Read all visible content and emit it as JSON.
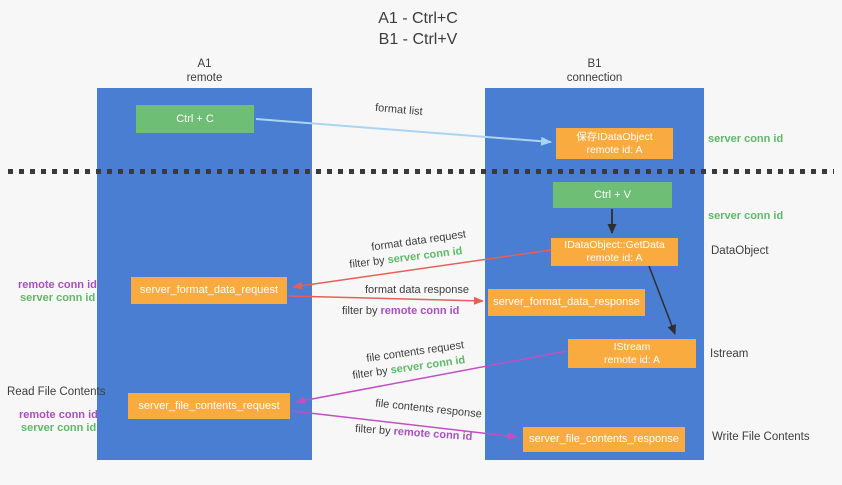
{
  "title": {
    "line1": "A1 - Ctrl+C",
    "line2": "B1 - Ctrl+V"
  },
  "lifelines": {
    "a1": {
      "name": "A1",
      "subtitle": "remote"
    },
    "b1": {
      "name": "B1",
      "subtitle": "connection"
    }
  },
  "nodes": {
    "ctrl_c": {
      "label": "Ctrl + C"
    },
    "ctrl_v": {
      "label": "Ctrl + V"
    },
    "save_idataobject": {
      "title": "保存IDataObject",
      "subtitle": "remote id: A"
    },
    "idataobject_getdata": {
      "title": "IDataObject::GetData",
      "subtitle": "remote id: A"
    },
    "istream": {
      "title": "IStream",
      "subtitle": "remote id: A"
    },
    "server_format_data_request": {
      "label": "server_format_data_request"
    },
    "server_format_data_response": {
      "label": "server_format_data_response"
    },
    "server_file_contents_request": {
      "label": "server_file_contents_request"
    },
    "server_file_contents_response": {
      "label": "server_file_contents_response"
    }
  },
  "flow_labels": {
    "format_list": "format list",
    "format_data_request": "format data request",
    "format_data_response": "format data response",
    "file_contents_request": "file contents request",
    "file_contents_response": "file contents response",
    "filter_by": "filter by",
    "server_conn_id": "server conn id",
    "remote_conn_id": "remote conn id"
  },
  "annotations": {
    "right": {
      "server_conn_id_top": "server conn id",
      "server_conn_id_mid": "server conn id",
      "dataobject": "DataObject",
      "istream": "Istream",
      "write_file_contents": "Write File Contents"
    },
    "left": {
      "remote_conn_id_1": "remote conn id",
      "server_conn_id_1": "server conn id",
      "read_file_contents": "Read File Contents",
      "remote_conn_id_2": "remote conn id",
      "server_conn_id_2": "server conn id"
    }
  },
  "colors": {
    "lifeline_blue": "#4a7ed2",
    "node_green": "#6fbe76",
    "node_orange": "#f9ab40",
    "server_conn_green": "#5fb968",
    "remote_conn_purple": "#aa4fc3",
    "request_arrow_red": "#e66058",
    "response_arrow_magenta": "#c250c2",
    "format_list_arrow_blue": "#a9d5f3",
    "black_arrow": "#2e2e2e",
    "text_dark": "#3d3d3d",
    "background": "#f7f7f7"
  }
}
